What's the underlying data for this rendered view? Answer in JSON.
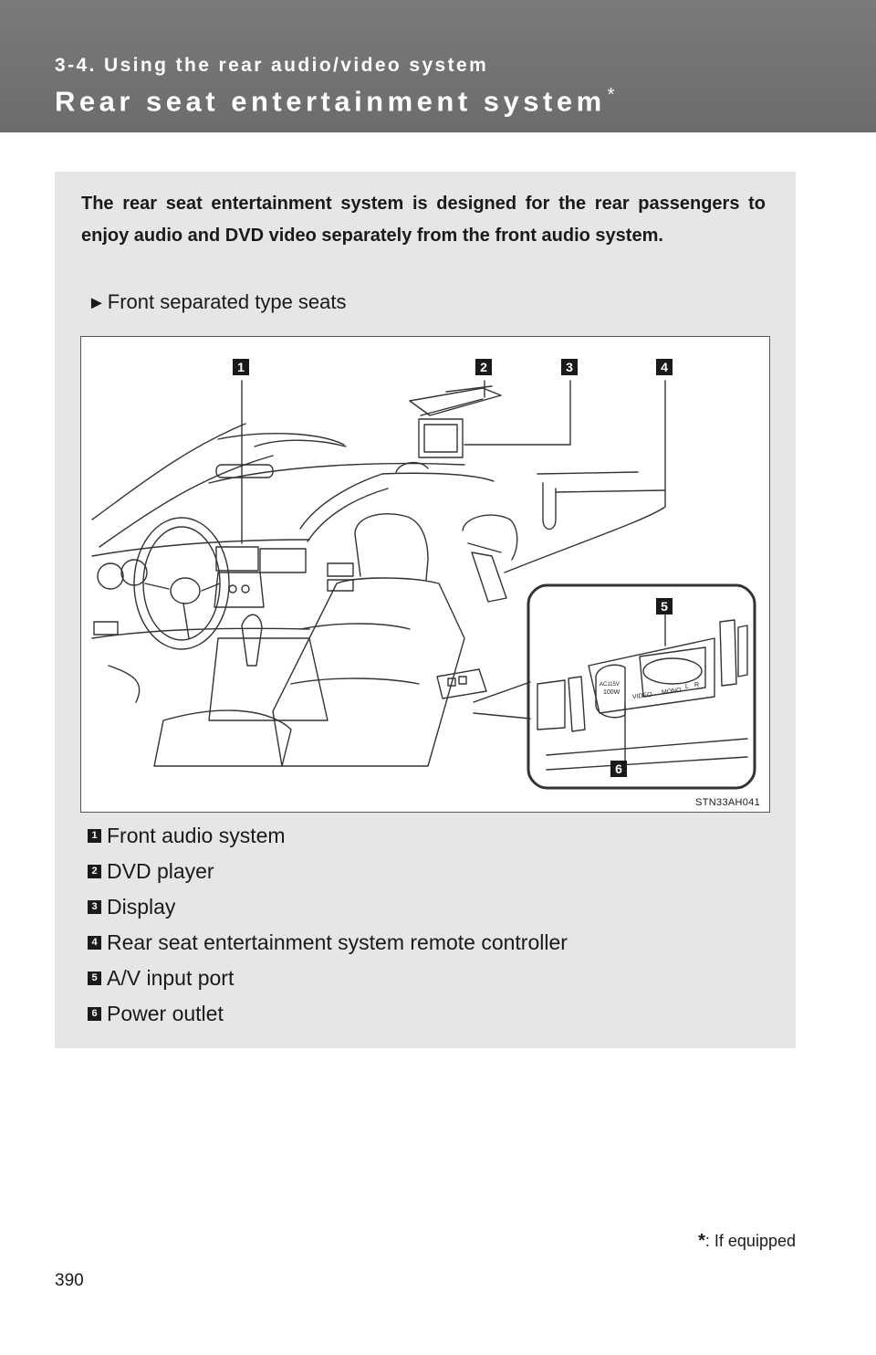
{
  "header": {
    "section": "3-4. Using the rear audio/video system",
    "title": "Rear seat entertainment system",
    "title_asterisk": "*"
  },
  "intro": "The rear seat entertainment system is designed for the rear passengers to enjoy audio and DVD video separately from the front audio system.",
  "subheading": "Front separated type seats",
  "figure": {
    "code": "STN33AH041",
    "callouts": [
      "1",
      "2",
      "3",
      "4",
      "5",
      "6"
    ],
    "port_text": {
      "video": "VIDEO",
      "mono": "MONO",
      "l": "L",
      "r": "R",
      "outlet_v": "AC115V",
      "outlet_w": "100W"
    }
  },
  "legend": [
    {
      "num": "1",
      "label": "Front audio system"
    },
    {
      "num": "2",
      "label": "DVD player"
    },
    {
      "num": "3",
      "label": "Display"
    },
    {
      "num": "4",
      "label": "Rear seat entertainment system remote controller"
    },
    {
      "num": "5",
      "label": "A/V input port"
    },
    {
      "num": "6",
      "label": "Power outlet"
    }
  ],
  "footnote": {
    "symbol": "*",
    "text": ": If equipped"
  },
  "page_number": "390"
}
